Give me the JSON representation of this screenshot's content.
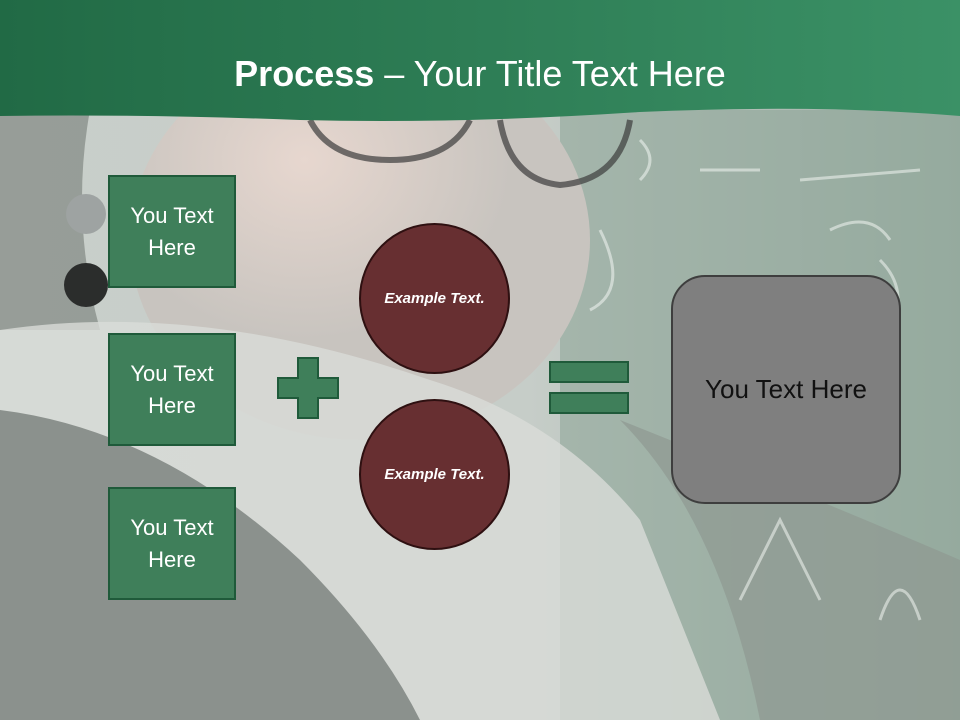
{
  "slide": {
    "title_strong": "Process",
    "title_rest": " – Your Title Text Here",
    "left_boxes": [
      {
        "label": "You Text Here"
      },
      {
        "label": "You Text Here"
      },
      {
        "label": "You Text Here"
      }
    ],
    "circles": [
      {
        "label": "Example Text."
      },
      {
        "label": "Example Text."
      }
    ],
    "result_box": {
      "label": "You Text Here"
    }
  },
  "colors": {
    "header_green": "#2f7a4f",
    "box_green": "#3f7f5a",
    "circle_maroon": "#672f31",
    "result_gray": "#7f7f7f"
  },
  "icons": [
    "plus-icon",
    "equals-icon"
  ]
}
